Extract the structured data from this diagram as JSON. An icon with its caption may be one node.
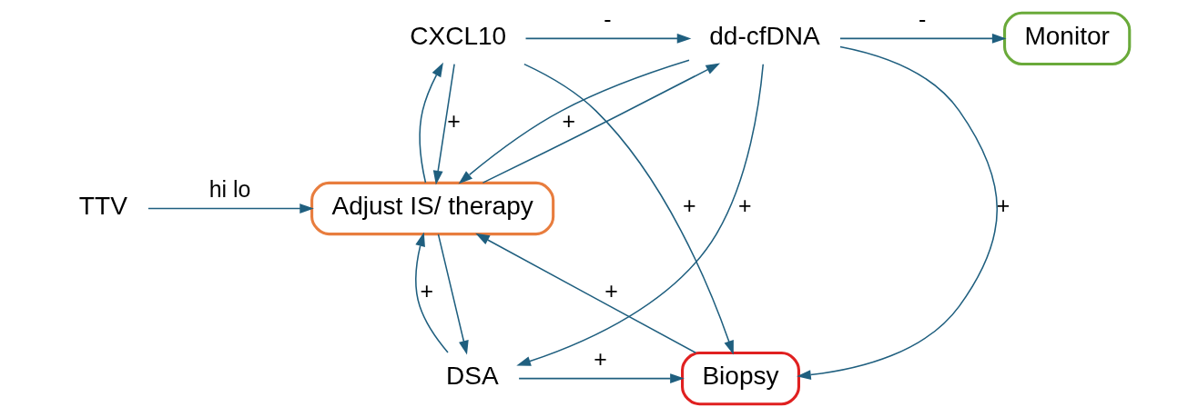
{
  "diagram": {
    "nodes": [
      {
        "text": [
          "CXCL10"
        ]
      },
      {
        "text": [
          "dd-cfDNA"
        ]
      },
      {
        "text": [
          "Monitor"
        ]
      },
      {
        "text": [
          "TTV"
        ]
      },
      {
        "text": [
          "Adjust IS/ therapy"
        ]
      },
      {
        "text": [
          "Biopsy"
        ]
      },
      {
        "text": [
          "DSA"
        ]
      }
    ],
    "edges": [
      {
        "from": 0,
        "to": 1,
        "arrow": "to",
        "label": "-"
      },
      {
        "from": 1,
        "to": 2,
        "arrow": "to",
        "label": "-"
      },
      {
        "from": 0,
        "to": 4,
        "arrow": "to",
        "label": "+"
      },
      {
        "from": 4,
        "to": 0,
        "arrow": "to"
      },
      {
        "from": 0,
        "to": 5,
        "arrow": "to",
        "label": "+"
      },
      {
        "from": 3,
        "to": 4,
        "arrow": "to",
        "label": "hi lo"
      },
      {
        "from": 4,
        "to": 1,
        "arrow": "to"
      },
      {
        "from": 1,
        "to": 4,
        "arrow": "to",
        "label": "+"
      },
      {
        "from": 1,
        "to": 6,
        "arrow": "to",
        "label": "+"
      },
      {
        "from": 1,
        "to": 5,
        "arrow": "to",
        "label": "+"
      },
      {
        "from": 4,
        "to": 6,
        "arrow": "to"
      },
      {
        "from": 6,
        "to": 4,
        "arrow": "to",
        "label": "+"
      },
      {
        "from": 6,
        "to": 5,
        "arrow": "to",
        "label": "+"
      },
      {
        "from": 5,
        "to": 4,
        "arrow": "to",
        "label": "+"
      }
    ]
  }
}
